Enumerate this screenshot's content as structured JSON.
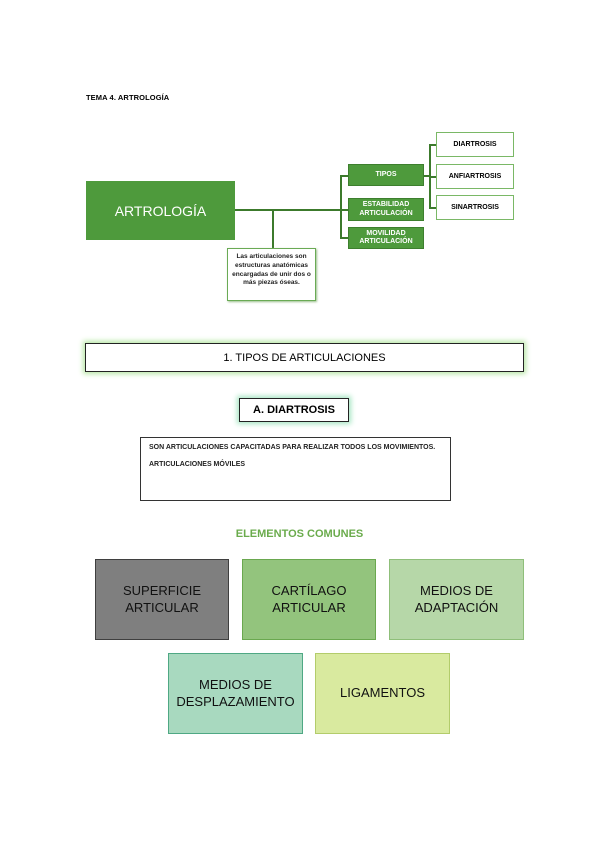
{
  "header": "TEMA 4. ARTROLOGÍA",
  "concept_map": {
    "main": "ARTROLOGÍA",
    "branches": [
      "TIPOS",
      "ESTABILIDAD ARTICULACIÓN",
      "MOVILIDAD ARTICULACIÓN"
    ],
    "tipos": [
      "DIARTROSIS",
      "ANFIARTROSIS",
      "SINARTROSIS"
    ],
    "note": "Las articulaciones son estructuras anatómicas encargadas de unir dos o más piezas óseas."
  },
  "section_title": "1.  TIPOS DE ARTICULACIONES",
  "subsection_title": "A.  DIARTROSIS",
  "description": {
    "line1": "SON ARTICULACIONES CAPACITADAS PARA REALIZAR TODOS LOS MOVIMIENTOS.",
    "line2": "ARTICULACIONES MÓVILES"
  },
  "common_heading": "ELEMENTOS COMUNES",
  "elements": [
    {
      "label": "SUPERFICIE ARTICULAR",
      "color": "#7f7f7f"
    },
    {
      "label": "CARTÍLAGO ARTICULAR",
      "color": "#93c47d"
    },
    {
      "label": "MEDIOS DE ADAPTACIÓN",
      "color": "#b6d7a8"
    },
    {
      "label": "MEDIOS DE DESPLAZAMIENTO",
      "color": "#a8d9bf"
    },
    {
      "label": "LIGAMENTOS",
      "color": "#d9ea9f"
    }
  ]
}
